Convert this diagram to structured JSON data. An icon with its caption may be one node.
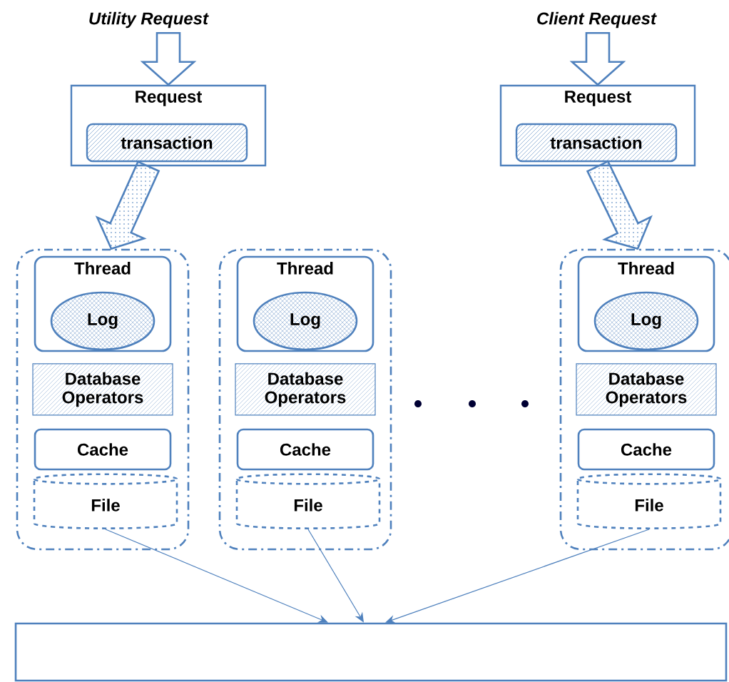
{
  "diagram": {
    "nodes": [
      {
        "text": [
          "Utility Request"
        ]
      },
      {
        "text": [
          "Request"
        ]
      },
      {
        "text": [
          "transaction"
        ],
        "in": 1
      },
      {
        "text": [
          "Client Request"
        ]
      },
      {
        "text": [
          "Request"
        ]
      },
      {
        "text": [
          "transaction"
        ],
        "in": 4
      },
      {
        "text": [],
        "shape": "box"
      },
      {
        "text": [
          "Thread"
        ],
        "in": 6
      },
      {
        "text": [
          "Log"
        ],
        "in": 7
      },
      {
        "text": [
          "Database Operators"
        ],
        "in": 6
      },
      {
        "text": [
          "Cache"
        ],
        "in": 6
      },
      {
        "text": [
          "File"
        ],
        "in": 6
      },
      {
        "text": [],
        "shape": "box"
      },
      {
        "text": [
          "Thread"
        ],
        "in": 12
      },
      {
        "text": [
          "Log"
        ],
        "in": 13
      },
      {
        "text": [
          "Database Operators"
        ],
        "in": 12
      },
      {
        "text": [
          "Cache"
        ],
        "in": 12
      },
      {
        "text": [
          "File"
        ],
        "in": 12
      },
      {
        "text": [],
        "shape": "box"
      },
      {
        "text": [
          "Thread"
        ],
        "in": 18
      },
      {
        "text": [
          "Log"
        ],
        "in": 19
      },
      {
        "text": [
          "Database Operators"
        ],
        "in": 18
      },
      {
        "text": [
          "Cache"
        ],
        "in": 18
      },
      {
        "text": [
          "File"
        ],
        "in": 18
      },
      {
        "text": [],
        "shape": "box"
      }
    ],
    "edges": [
      {
        "from": 0,
        "to": 1,
        "arrow": "to",
        "style": "thick"
      },
      {
        "from": 3,
        "to": 4,
        "arrow": "to",
        "style": "thick"
      },
      {
        "from": 1,
        "to": 6,
        "arrow": "to",
        "style": "thick"
      },
      {
        "from": 4,
        "to": 18,
        "arrow": "to",
        "style": "thick"
      },
      {
        "from": 11,
        "to": 24,
        "arrow": "to"
      },
      {
        "from": 17,
        "to": 24,
        "arrow": "to"
      },
      {
        "from": 23,
        "to": 24,
        "arrow": "to"
      }
    ]
  }
}
